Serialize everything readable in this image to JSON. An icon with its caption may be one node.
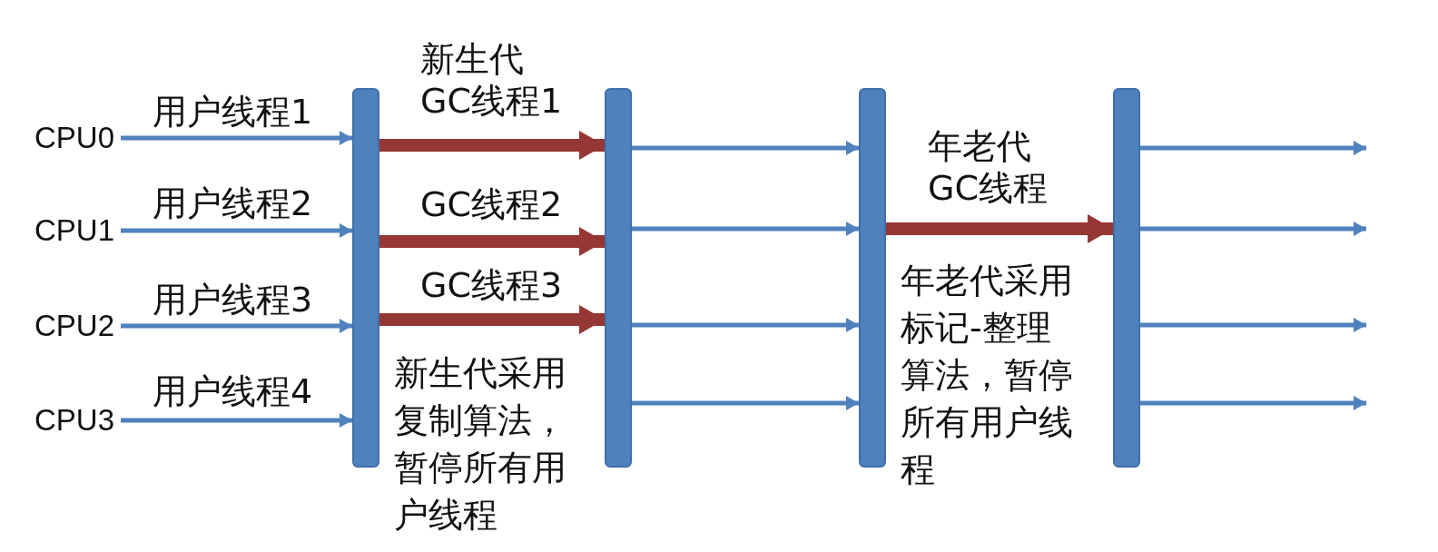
{
  "diagram": {
    "nodes": [
      {
        "text": [
          "CPU0"
        ]
      },
      {
        "text": [
          "CPU1"
        ]
      },
      {
        "text": [
          "CPU2"
        ]
      },
      {
        "text": [
          "CPU3"
        ]
      },
      {
        "text": [],
        "shape": "bar"
      },
      {
        "text": [],
        "shape": "bar"
      },
      {
        "text": [],
        "shape": "bar"
      },
      {
        "text": [],
        "shape": "bar"
      }
    ],
    "edges": [
      {
        "from": 0,
        "to": 4,
        "arrow": "to",
        "label": "用户线程1"
      },
      {
        "from": 1,
        "to": 4,
        "arrow": "to",
        "label": "用户线程2"
      },
      {
        "from": 2,
        "to": 4,
        "arrow": "to",
        "label": "用户线程3"
      },
      {
        "from": 3,
        "to": 4,
        "arrow": "to",
        "label": "用户线程4"
      },
      {
        "from": 4,
        "to": 5,
        "arrow": "to",
        "label": "新生代 GC线程1",
        "style": "thick",
        "color": "#953735"
      },
      {
        "from": 4,
        "to": 5,
        "arrow": "to",
        "label": "GC线程2",
        "style": "thick",
        "color": "#953735"
      },
      {
        "from": 4,
        "to": 5,
        "arrow": "to",
        "label": "GC线程3",
        "style": "thick",
        "color": "#953735"
      },
      {
        "from": 5,
        "to": 6,
        "arrow": "to"
      },
      {
        "from": 5,
        "to": 6,
        "arrow": "to"
      },
      {
        "from": 5,
        "to": 6,
        "arrow": "to"
      },
      {
        "from": 5,
        "to": 6,
        "arrow": "to"
      },
      {
        "from": 6,
        "to": 7,
        "arrow": "to",
        "label": "年老代 GC线程",
        "style": "thick",
        "color": "#953735"
      },
      {
        "from": 7,
        "to": null,
        "arrow": "to"
      },
      {
        "from": 7,
        "to": null,
        "arrow": "to"
      },
      {
        "from": 7,
        "to": null,
        "arrow": "to"
      },
      {
        "from": 7,
        "to": null,
        "arrow": "to"
      }
    ],
    "labels": [
      "新生代采用复制算法，暂停所有用户线程",
      "年老代采用标记-整理算法，暂停所有用户线程"
    ]
  }
}
